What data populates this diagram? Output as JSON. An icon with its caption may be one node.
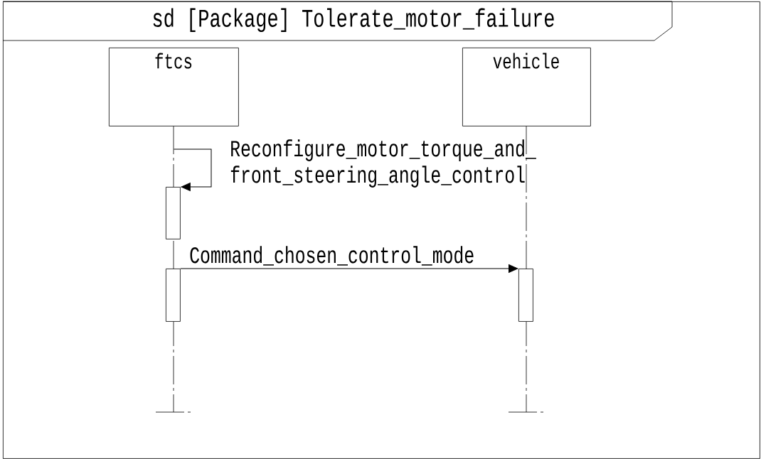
{
  "diagram": {
    "nodes": [
      {
        "text": [
          "sd [Package] Tolerate_motor_failure"
        ]
      },
      {
        "text": [
          "ftcs"
        ],
        "in": 0
      },
      {
        "text": [
          "vehicle"
        ],
        "in": 0
      },
      {
        "text": [],
        "shape": "box",
        "in": 0
      },
      {
        "text": [],
        "shape": "box",
        "in": 0
      },
      {
        "text": [],
        "shape": "box",
        "in": 0
      }
    ],
    "edges": [
      {
        "from": 1,
        "to": 3,
        "arrow": "to",
        "label": "Reconfigure_motor_torque_and_ front_steering_angle_control"
      },
      {
        "from": 4,
        "to": 5,
        "arrow": "to",
        "label": "Command_chosen_control_mode"
      }
    ]
  }
}
